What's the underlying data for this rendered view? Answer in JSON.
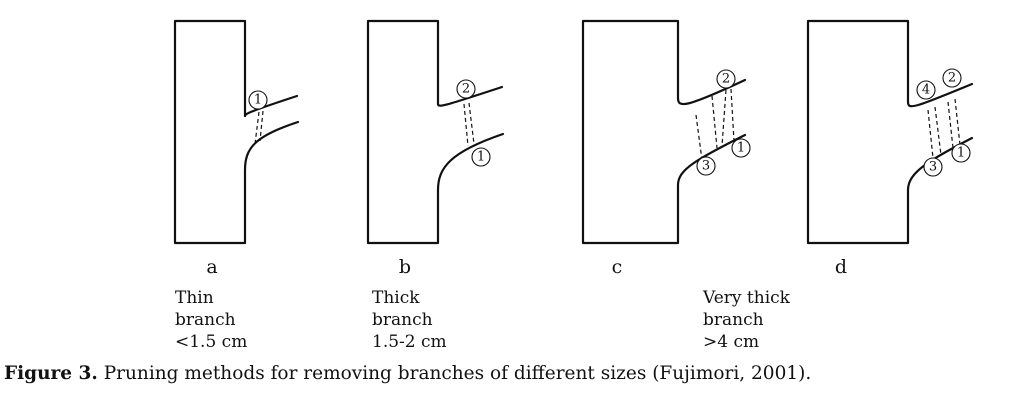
{
  "panels": [
    {
      "letter": "a",
      "description": [
        "Thin",
        "branch",
        "<1.5 cm"
      ],
      "cut_labels": [
        "1"
      ]
    },
    {
      "letter": "b",
      "description": [
        "Thick",
        "branch",
        "1.5-2 cm"
      ],
      "cut_labels": [
        "2",
        "1"
      ]
    },
    {
      "letter": "c",
      "description": [
        "Very thick",
        "branch",
        ">4 cm"
      ],
      "cut_labels": [
        "2",
        "1",
        "3"
      ]
    },
    {
      "letter": "d",
      "description": [],
      "cut_labels": [
        "4",
        "2",
        "3",
        "1"
      ]
    }
  ],
  "caption": {
    "label": "Figure 3.",
    "text": " Pruning methods for removing branches of different sizes (Fujimori, 2001)."
  }
}
